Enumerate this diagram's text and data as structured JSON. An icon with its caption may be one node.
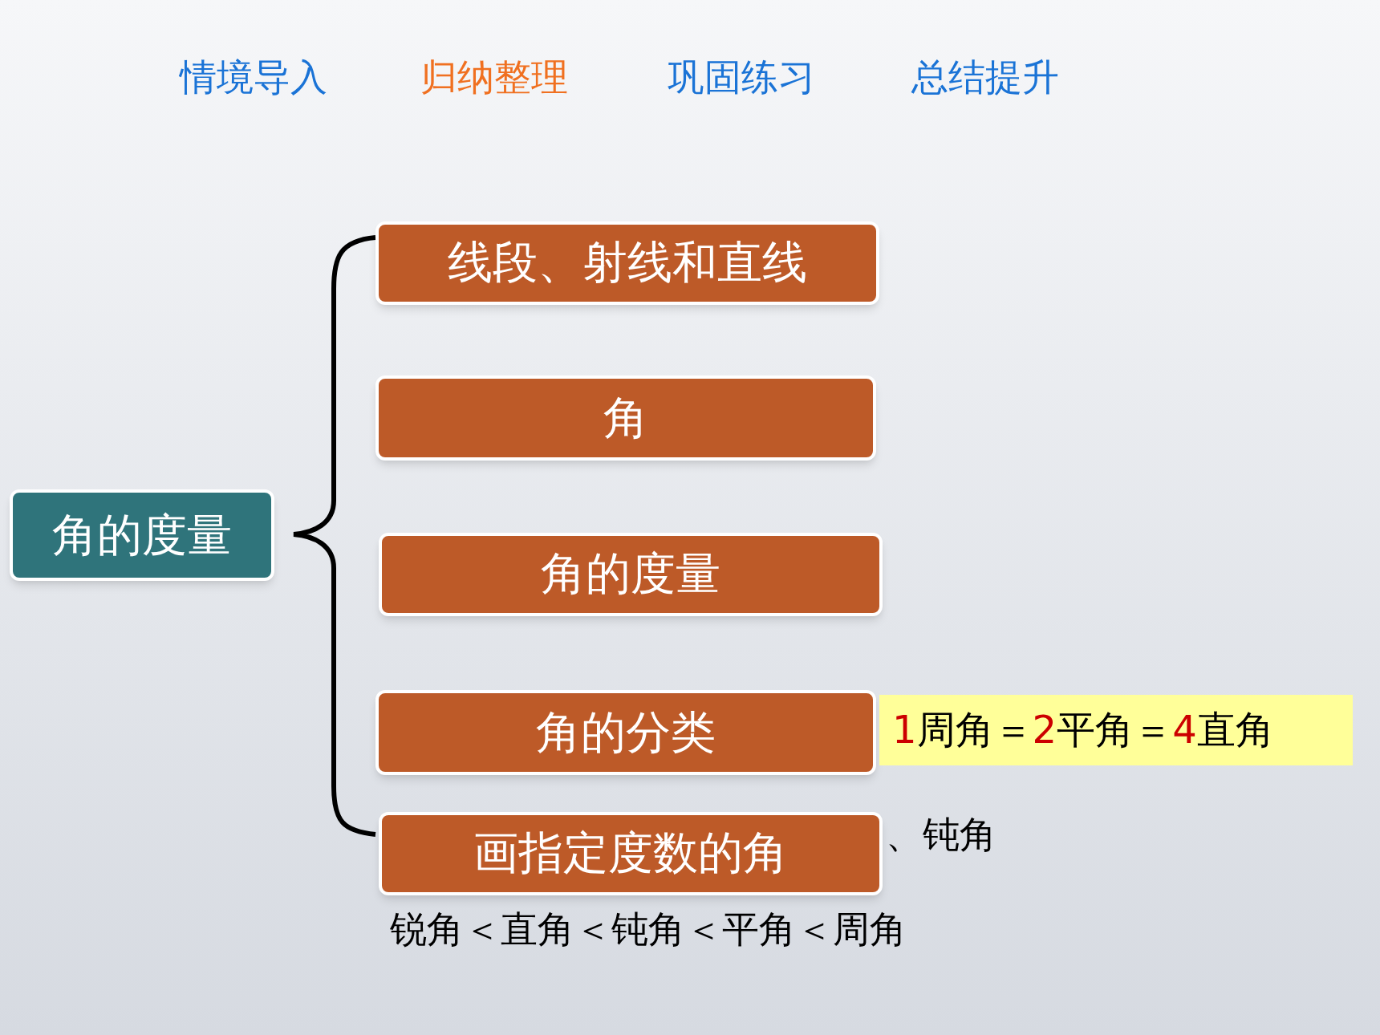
{
  "diagram": {
    "nodes": [
      {
        "text": [
          "角的度量"
        ]
      },
      {
        "text": [
          "线段、射线和直线"
        ]
      },
      {
        "text": [
          "角"
        ]
      },
      {
        "text": [
          "角的度量"
        ]
      },
      {
        "text": [
          "角的分类"
        ]
      },
      {
        "text": [
          "画指定度数的角"
        ]
      },
      {
        "text": [
          "1周角＝2平角＝4直角"
        ]
      }
    ],
    "edges": [],
    "labels": [
      "情境导入",
      "归纳整理",
      "巩固练习",
      "总结提升",
      "、钝角",
      "锐角＜直角＜钝角＜平角＜周角"
    ]
  }
}
